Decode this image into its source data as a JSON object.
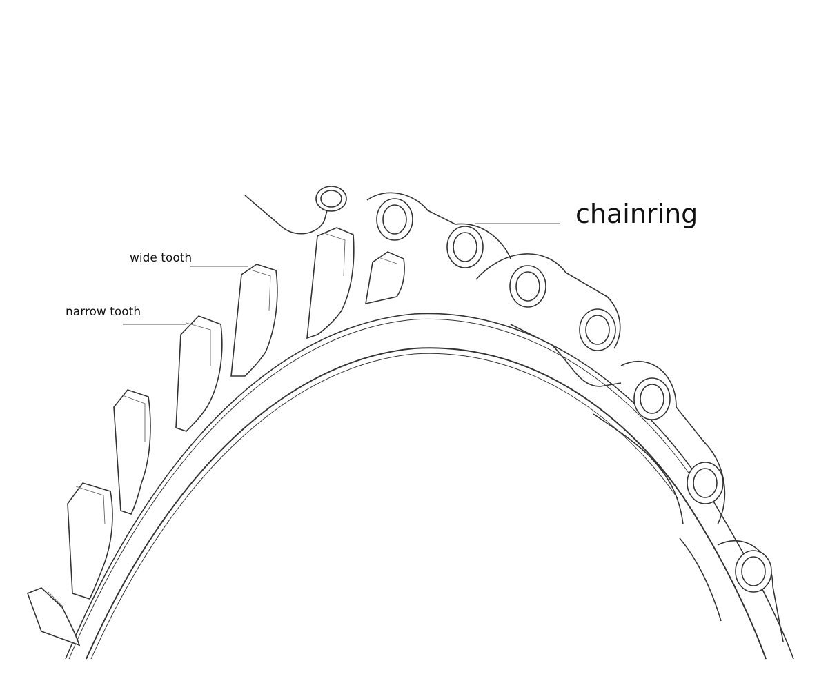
{
  "labels": {
    "chainring": "chainring",
    "wide_tooth": "wide tooth",
    "narrow_tooth": "narrow tooth"
  },
  "colors": {
    "background": "#ffffff",
    "line": "#333333",
    "leader": "#777777",
    "text": "#111111"
  }
}
